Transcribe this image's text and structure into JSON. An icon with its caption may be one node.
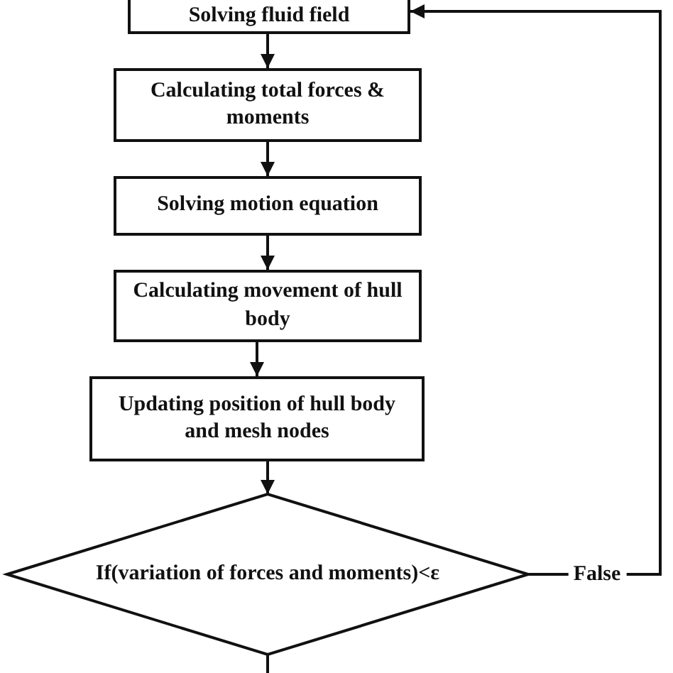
{
  "diagram": {
    "nodes": [
      {
        "text": [
          "Solving fluid field"
        ]
      },
      {
        "text": [
          "Calculating total forces & moments"
        ]
      },
      {
        "text": [
          "Solving motion equation"
        ]
      },
      {
        "text": [
          "Calculating movement of hull body"
        ]
      },
      {
        "text": [
          "Updating position of hull body and mesh nodes"
        ]
      },
      {
        "text": [
          "If(variation of forces and moments)<ε"
        ]
      }
    ],
    "edges": [
      {
        "from": 0,
        "to": 1,
        "arrow": "to"
      },
      {
        "from": 1,
        "to": 2,
        "arrow": "to"
      },
      {
        "from": 2,
        "to": 3,
        "arrow": "to"
      },
      {
        "from": 3,
        "to": 4,
        "arrow": "to"
      },
      {
        "from": 4,
        "to": 5,
        "arrow": "to"
      },
      {
        "from": 5,
        "to": 0,
        "arrow": "to",
        "label": "False"
      },
      {
        "from": 5,
        "to": null,
        "arrow": "none"
      }
    ]
  }
}
